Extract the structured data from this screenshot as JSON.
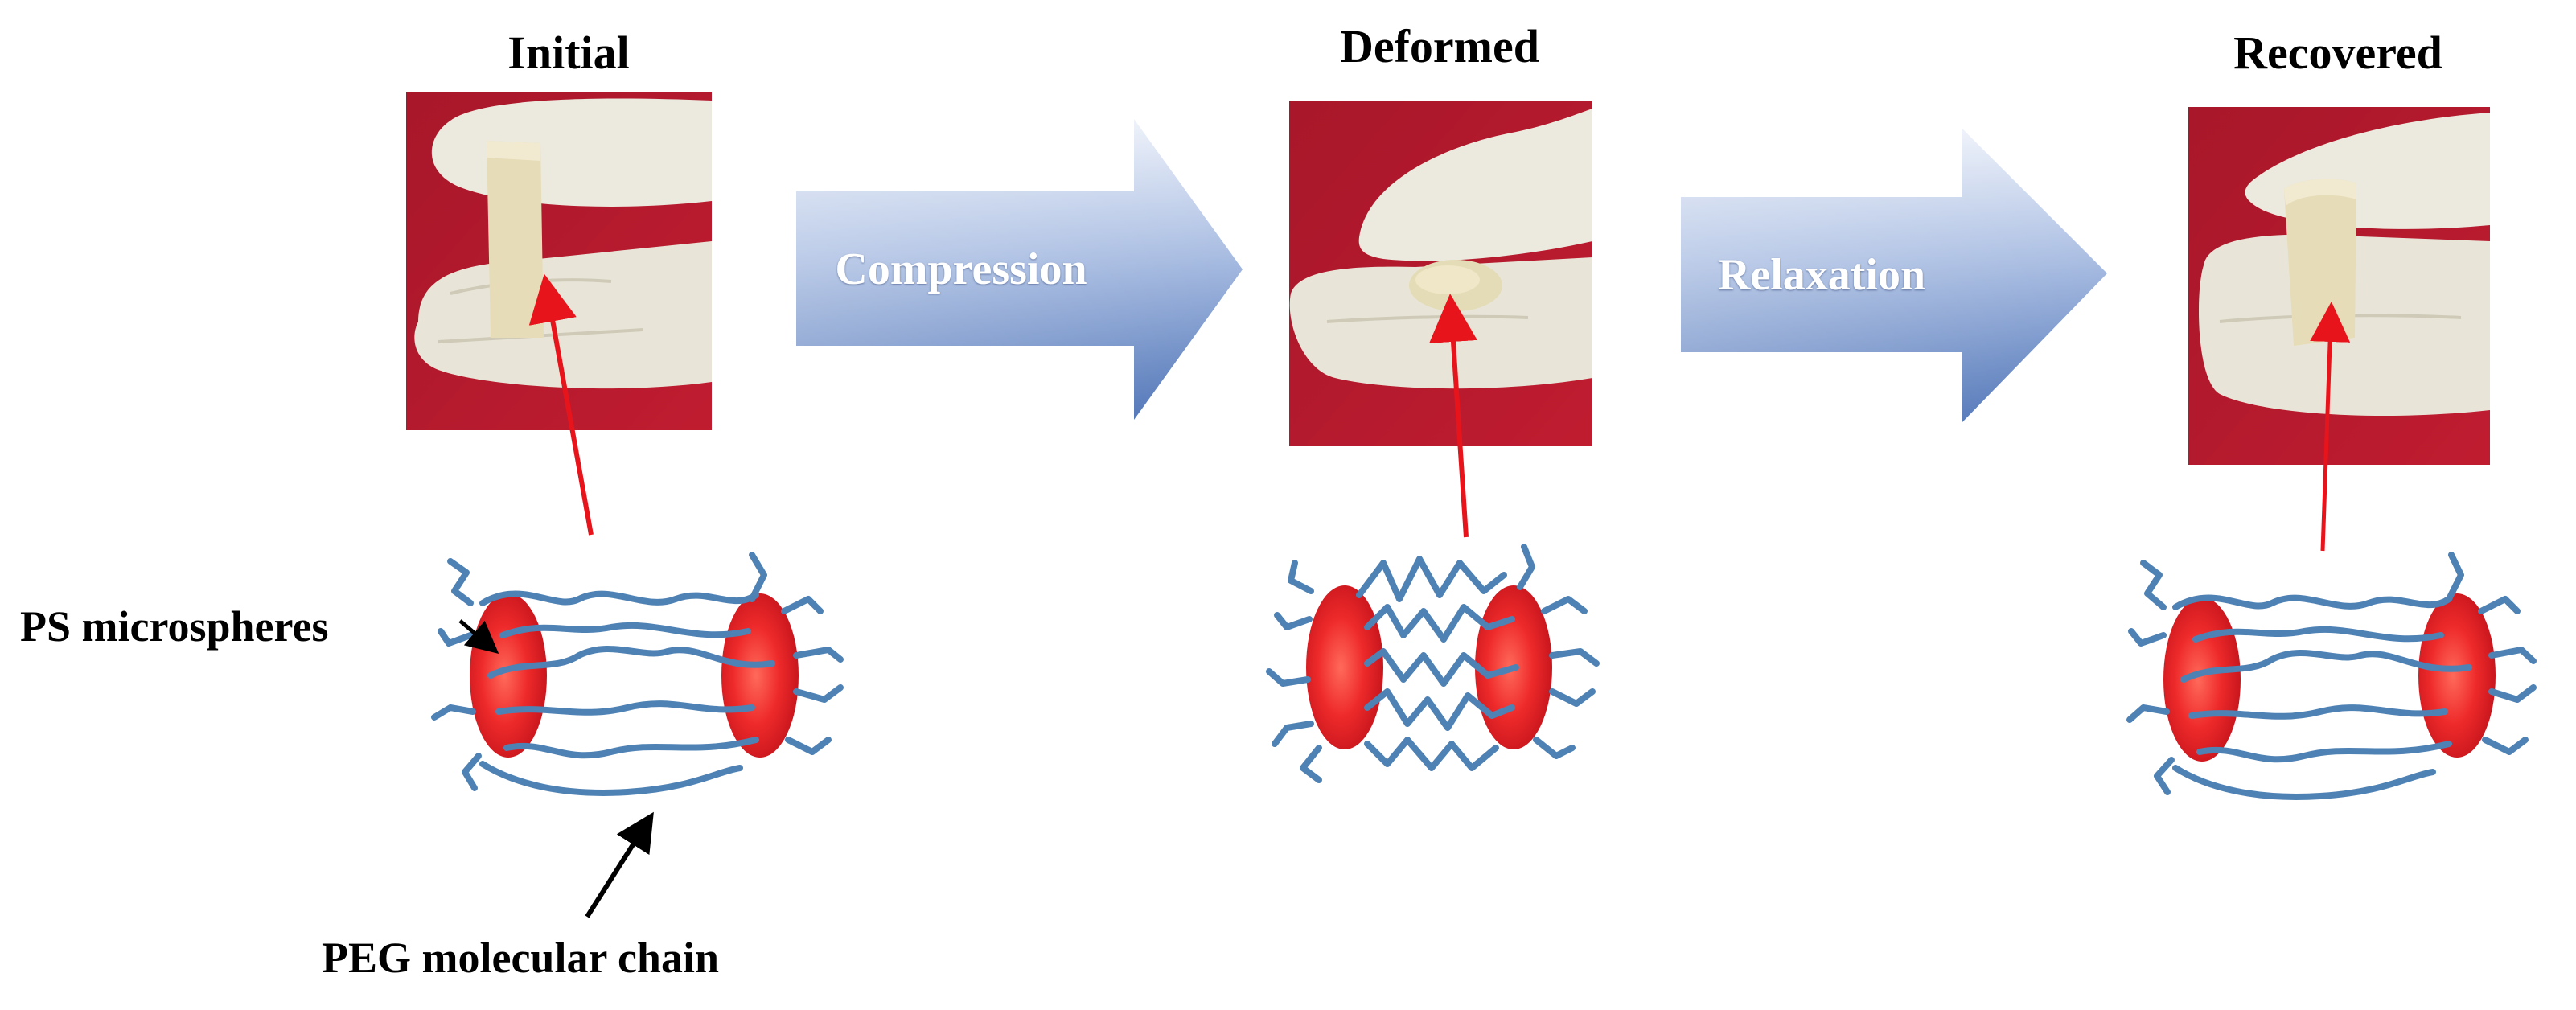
{
  "stages": [
    {
      "title": "Initial"
    },
    {
      "title": "Deformed"
    },
    {
      "title": "Recovered"
    }
  ],
  "transitions": [
    {
      "label": "Compression"
    },
    {
      "label": "Relaxation"
    }
  ],
  "annotations": {
    "microspheres": "PS microspheres",
    "chain": "PEG molecular chain"
  },
  "colors": {
    "photo_background": "#b01a2c",
    "glove": "#ece9de",
    "sample": "#e4dcb8",
    "pointer_arrow": "#e8141c",
    "microsphere": "#e51c24",
    "chain": "#4f82b4",
    "process_arrow_light": "#dde5f4",
    "process_arrow_dark": "#4c73b8"
  },
  "icons": [
    "photo-glove-sample",
    "process-arrow",
    "microsphere-ellipse",
    "polymer-chain"
  ]
}
